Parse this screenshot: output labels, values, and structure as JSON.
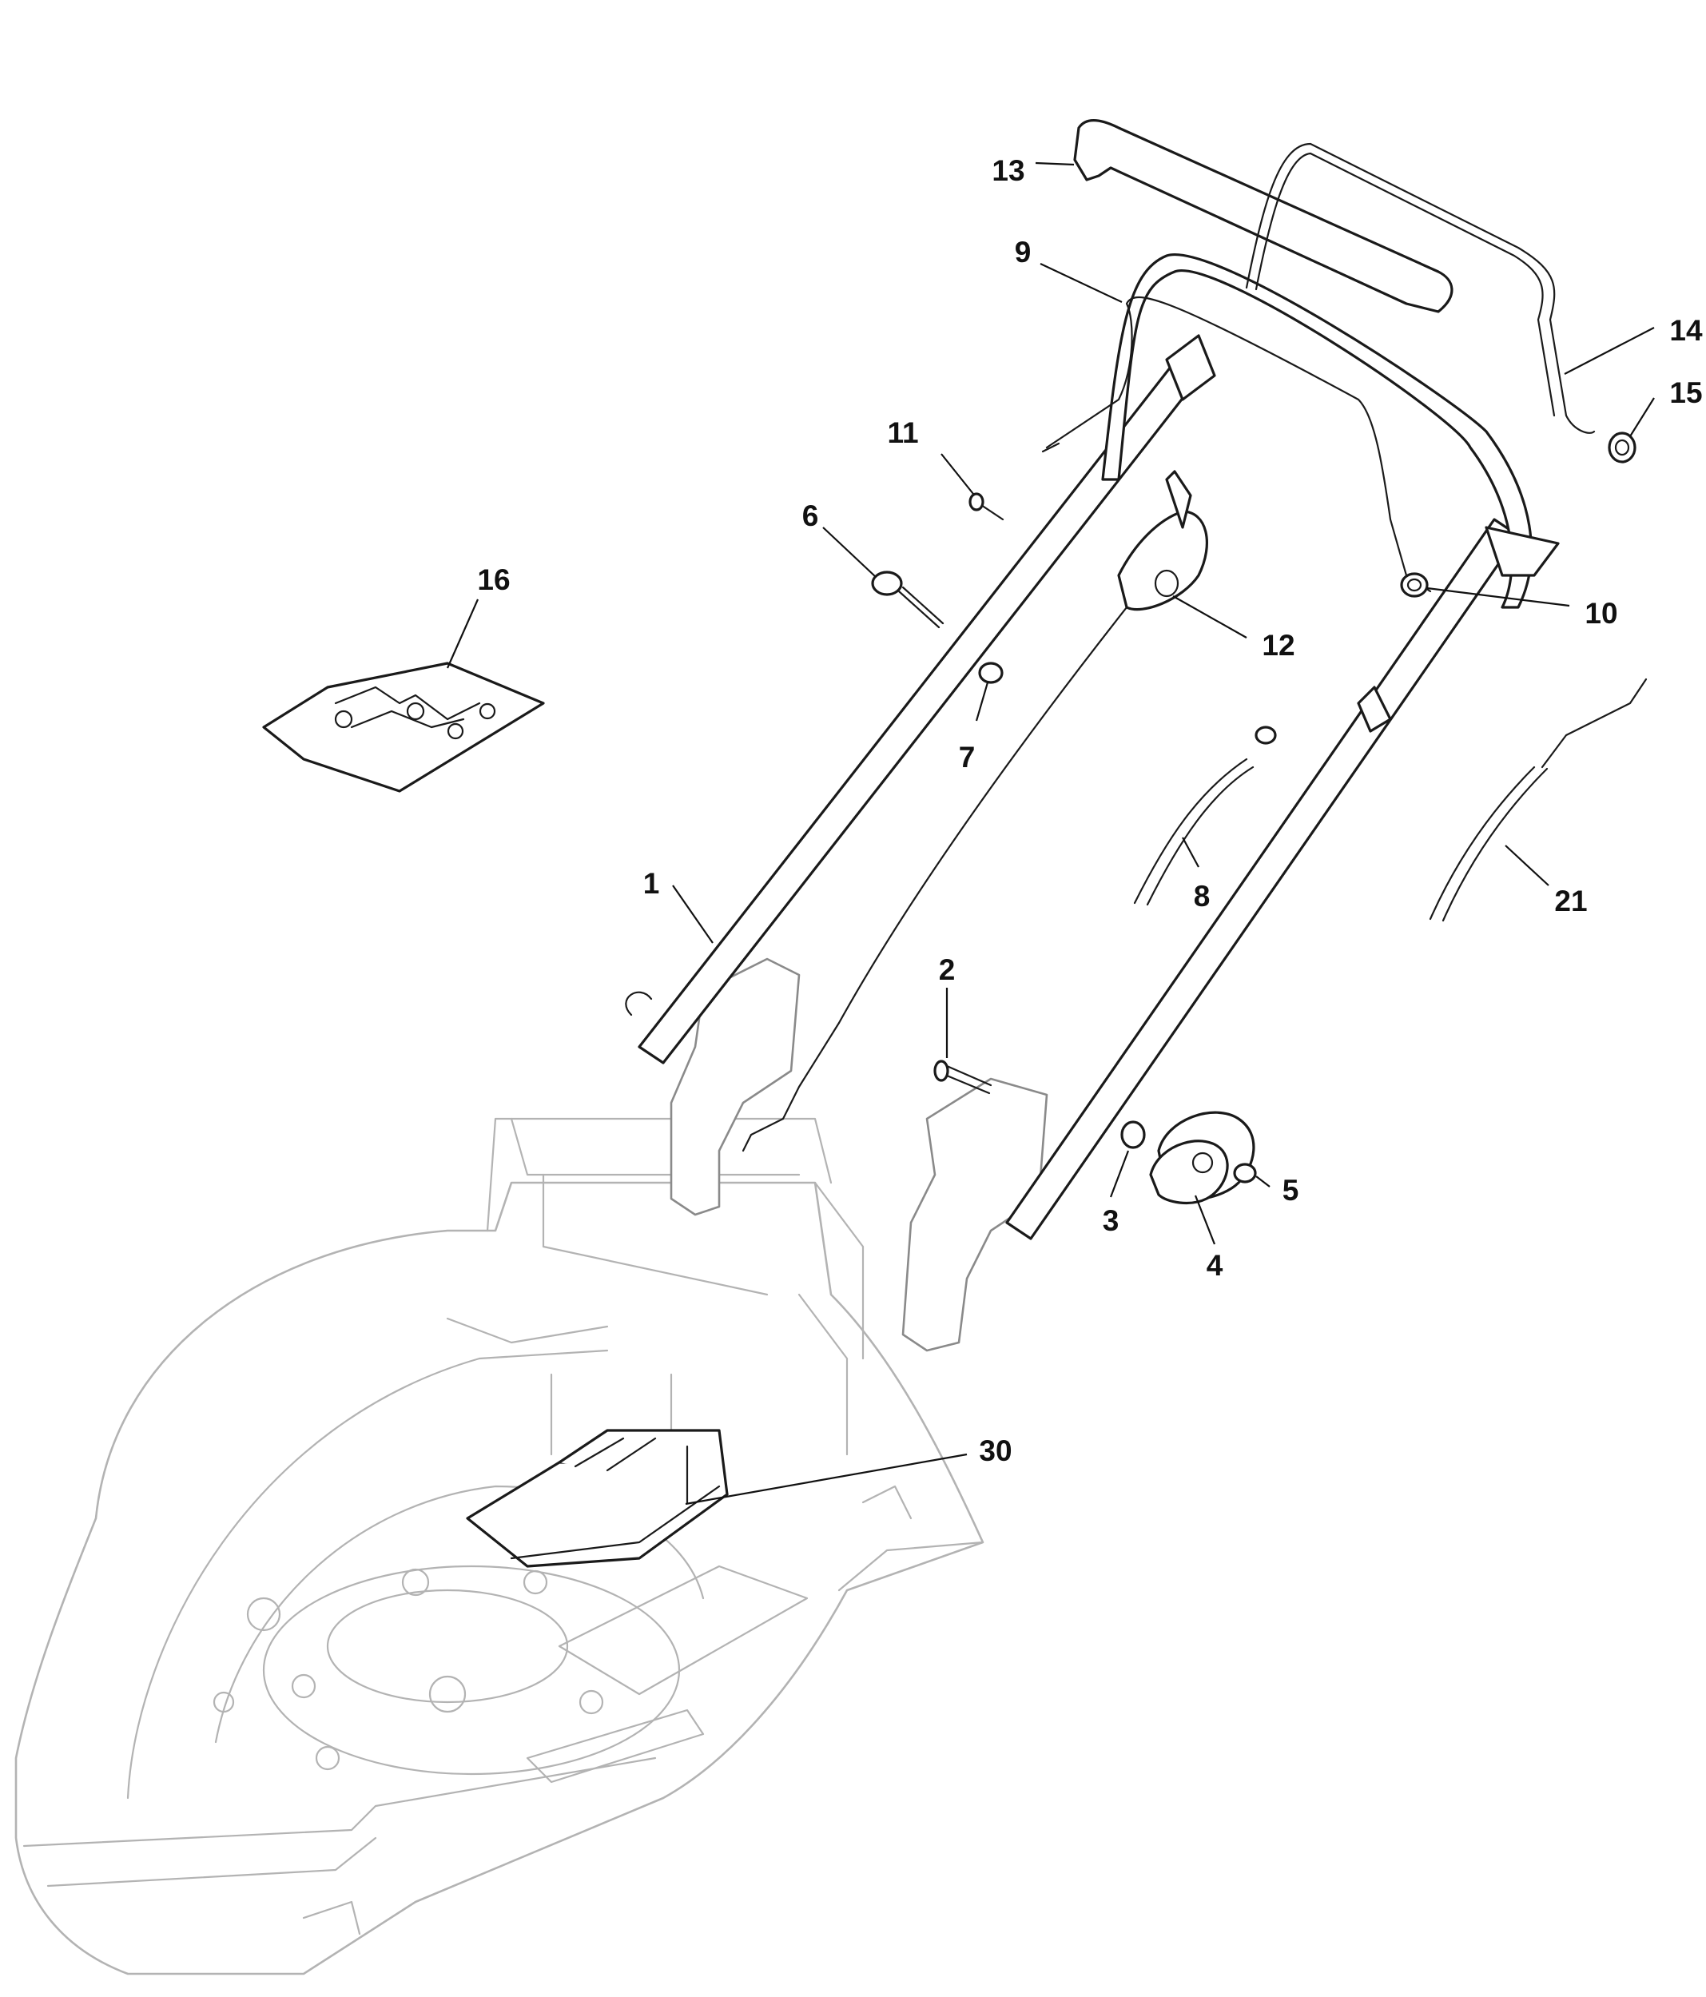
{
  "callouts": [
    {
      "id": "1",
      "text": "1"
    },
    {
      "id": "2",
      "text": "2"
    },
    {
      "id": "3",
      "text": "3"
    },
    {
      "id": "4",
      "text": "4"
    },
    {
      "id": "5",
      "text": "5"
    },
    {
      "id": "6",
      "text": "6"
    },
    {
      "id": "7",
      "text": "7"
    },
    {
      "id": "8",
      "text": "8"
    },
    {
      "id": "9",
      "text": "9"
    },
    {
      "id": "10",
      "text": "10"
    },
    {
      "id": "11",
      "text": "11"
    },
    {
      "id": "12",
      "text": "12"
    },
    {
      "id": "13",
      "text": "13"
    },
    {
      "id": "14",
      "text": "14"
    },
    {
      "id": "15",
      "text": "15"
    },
    {
      "id": "16",
      "text": "16"
    },
    {
      "id": "21",
      "text": "21"
    },
    {
      "id": "30",
      "text": "30"
    }
  ]
}
